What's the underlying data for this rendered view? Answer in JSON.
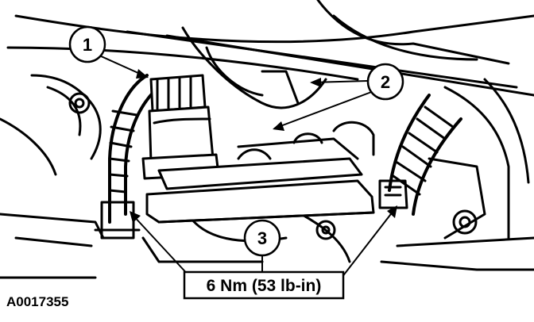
{
  "callouts": [
    {
      "label": "1"
    },
    {
      "label": "2"
    },
    {
      "label": "3"
    }
  ],
  "torque_spec": "6 Nm (53 lb-in)",
  "figure_id": "A0017355"
}
